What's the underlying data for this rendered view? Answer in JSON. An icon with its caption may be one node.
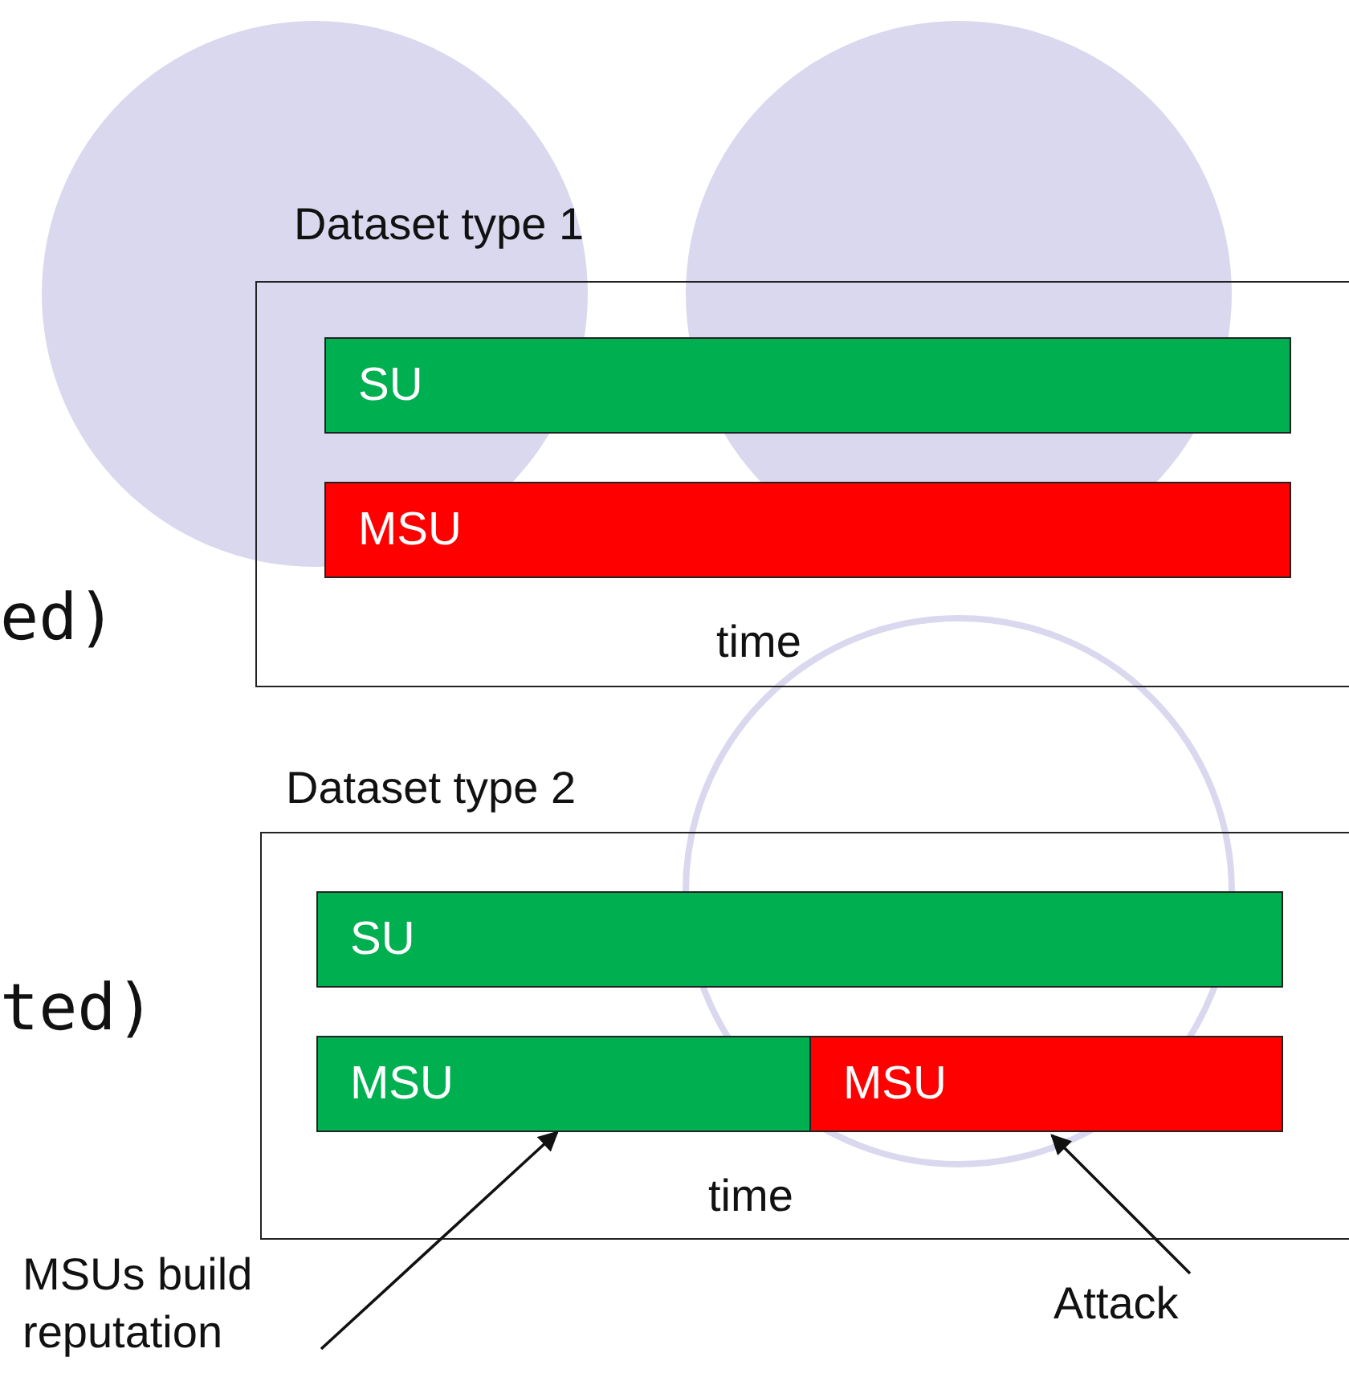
{
  "diagram": {
    "nodes": [
      {
        "text": [
          "Dataset  type 1",
          "time"
        ]
      },
      {
        "text": [
          "SU"
        ],
        "in": 0
      },
      {
        "text": [
          "MSU"
        ],
        "in": 0
      },
      {
        "text": [
          "Dataset type 2",
          "time"
        ]
      },
      {
        "text": [
          "SU"
        ],
        "in": 3
      },
      {
        "text": [
          "MSU"
        ],
        "in": 3
      },
      {
        "text": [
          "MSU"
        ],
        "in": 3
      },
      {
        "text": [
          "MSUs build reputation"
        ]
      },
      {
        "text": [
          "Attack"
        ]
      }
    ],
    "edges": [
      {
        "from": 7,
        "to": 5,
        "arrow": "to"
      },
      {
        "from": 8,
        "to": 6,
        "arrow": "to"
      }
    ],
    "labels": [
      "ed)",
      "ted)"
    ]
  }
}
